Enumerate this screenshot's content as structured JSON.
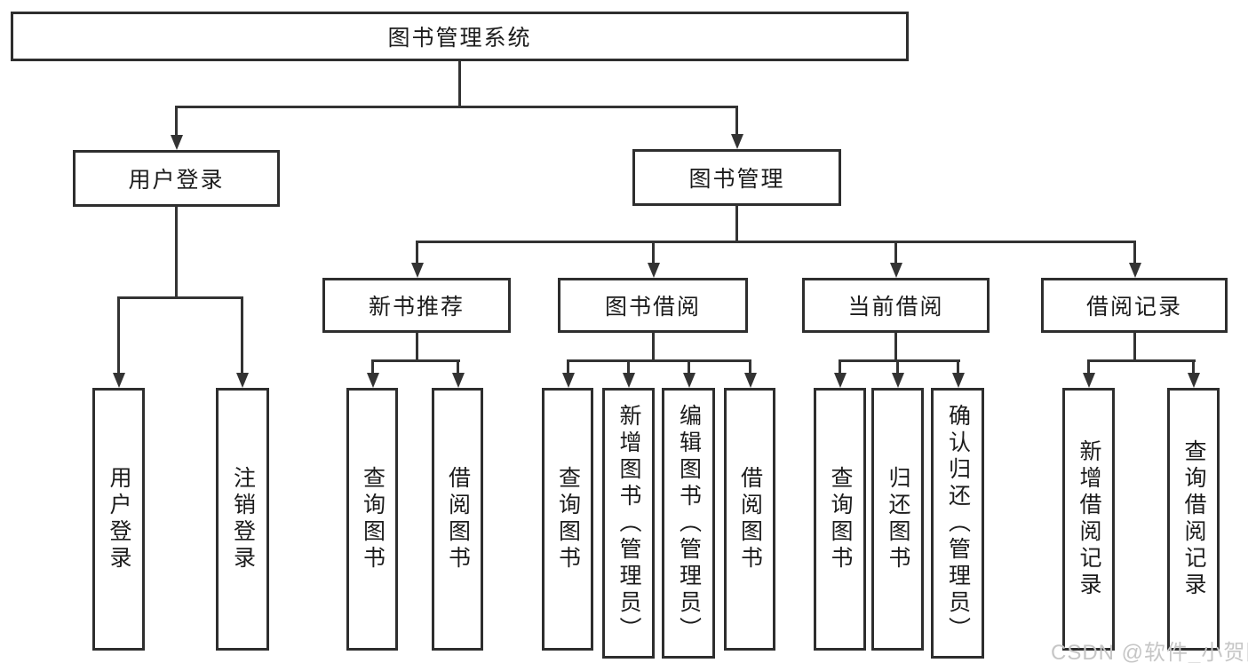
{
  "diagram": {
    "root": "图书管理系统",
    "level2": {
      "user_login": "用户登录",
      "book_mgmt": "图书管理"
    },
    "level3": {
      "new_books": "新书推荐",
      "borrow": "图书借阅",
      "current": "当前借阅",
      "records": "借阅记录"
    },
    "leaves": {
      "user_login": [
        "用户登录",
        "注销登录"
      ],
      "new_books": [
        "查询图书",
        "借阅图书"
      ],
      "borrow": [
        "查询图书",
        "新增图书（管理员）",
        "编辑图书（管理员）",
        "借阅图书"
      ],
      "current": [
        "查询图书",
        "归还图书",
        "确认归还（管理员）"
      ],
      "records": [
        "新增借阅记录",
        "查询借阅记录"
      ]
    }
  },
  "watermark": "CSDN @软件_小贺同学",
  "colors": {
    "line": "#333333",
    "box_border": "#2e2e2e",
    "text": "#1c1c1c",
    "watermark_text": "#c6c6c6",
    "background": "#ffffff"
  }
}
